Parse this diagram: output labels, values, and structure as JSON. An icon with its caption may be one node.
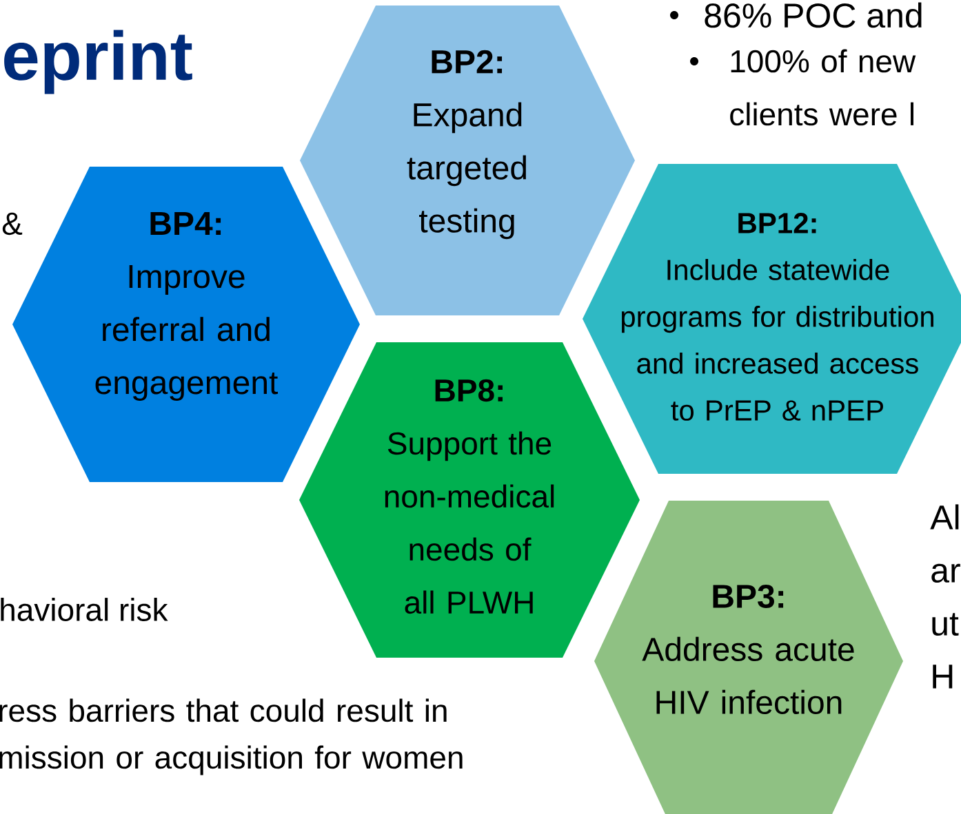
{
  "diagram": {
    "title": "eprint",
    "nodes": [
      {
        "text": [
          "BP2:",
          "Expand targeted testing"
        ]
      },
      {
        "text": [
          "BP4:",
          "Improve referral and engagement"
        ]
      },
      {
        "text": [
          "BP12:",
          "Include statewide programs for distribution and increased access to PrEP & nPEP"
        ]
      },
      {
        "text": [
          "BP8:",
          "Support the non-medical needs of all PLWH"
        ]
      },
      {
        "text": [
          "BP3:",
          "Address acute HIV infection"
        ]
      }
    ],
    "labels": [
      "86% POC and",
      "100% of new clients were l",
      "&",
      "havioral risk",
      "ress barriers that could result in mission or acquisition for women",
      "Al ar ut H"
    ]
  }
}
